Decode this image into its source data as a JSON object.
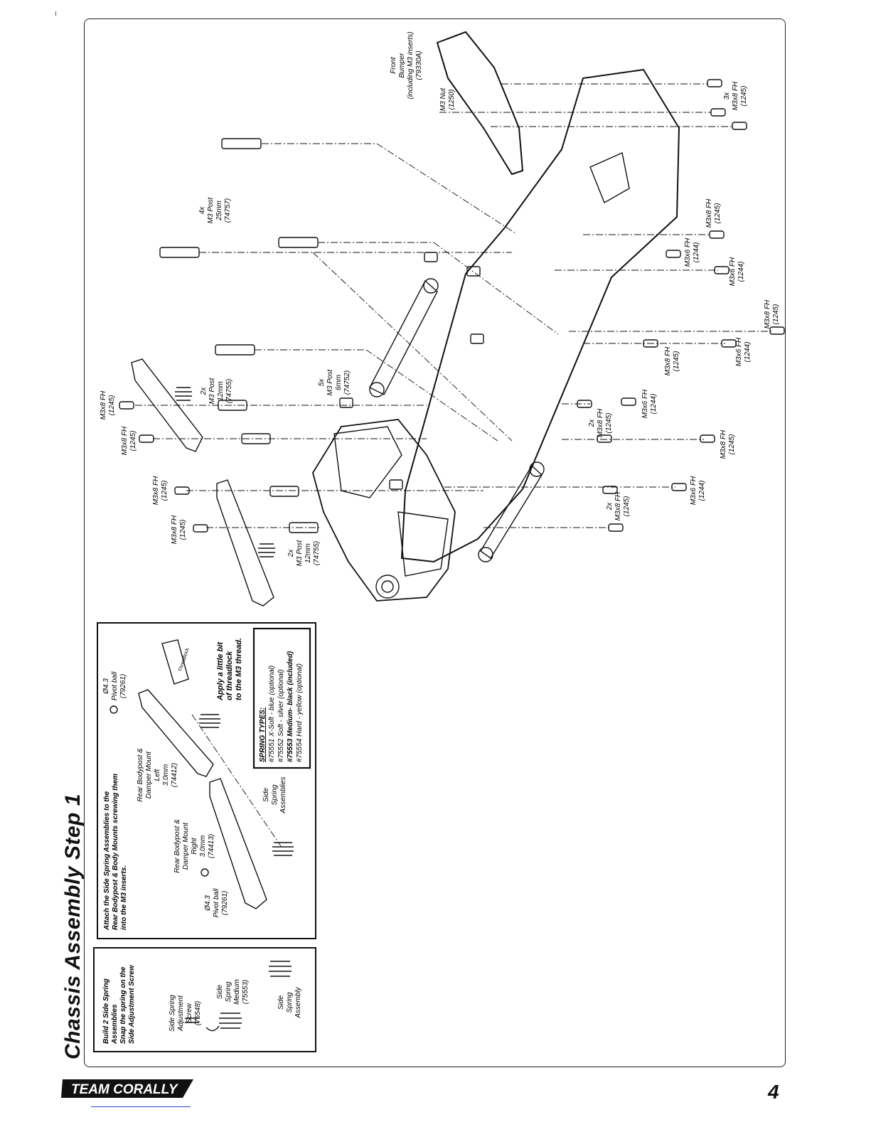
{
  "page": {
    "title": "Chassis Assembly Step 1",
    "page_number": "4",
    "brand": "TEAM CORALLY"
  },
  "box_build_springs": {
    "instruction": [
      "Build 2 Side Spring",
      "Assemblies",
      "Snap the spring on the",
      "Side Adjustment Screw"
    ],
    "label_screw": [
      "Side Spring",
      "Adjustment",
      "Screw",
      "(75548)"
    ],
    "label_spring": [
      "Side",
      "Spring",
      "Medium",
      "(75553)"
    ],
    "label_assembly": [
      "Side",
      "Spring",
      "Assembly"
    ]
  },
  "box_attach": {
    "instruction": [
      "Attach the Side Spring Assemblies to the",
      "Rear Bodypost & Body Mounts screwing them",
      "into the M3 inserts."
    ],
    "pivot_left": [
      "Ø4.3",
      "Pivot ball",
      "(79261)"
    ],
    "mount_left": [
      "Rear Bodypost &",
      "Damper Mount",
      "Left",
      "3.0mm",
      "(74412)"
    ],
    "mount_right": [
      "Rear Bodypost &",
      "Damper Mount",
      "Right",
      "3.0mm",
      "(74413)"
    ],
    "pivot_right": [
      "Ø4.3",
      "Pivot ball",
      "(79261)"
    ],
    "side_spring": [
      "Side",
      "Spring",
      "Assemblies"
    ],
    "threadlock_bottle": "Threadlock",
    "threadlock_note": [
      "Apply a little bit",
      "of threadlock",
      "to the M3 thread."
    ],
    "spring_types_title": "SPRING TYPES:",
    "spring_types": [
      {
        "code": "#75551",
        "text": "X-Soft - blue (optional)"
      },
      {
        "code": "#75552",
        "text": "Soft - silver (optional)"
      },
      {
        "code": "#75553",
        "text": "Medium- black (included)"
      },
      {
        "code": "#75554",
        "text": "Hard - yellow (optional)"
      }
    ]
  },
  "diagram_labels": {
    "front_bumper": [
      "Front",
      "Bumper",
      "(including M3 inserts)",
      "(79330A)"
    ],
    "m3_nut": [
      "M3 Nut",
      "(1250)"
    ],
    "fh_3x": [
      "3x",
      "M3x8 FH",
      "(1245)"
    ],
    "post_25": [
      "4x",
      "M3 Post",
      "25mm",
      "(74757)"
    ],
    "fh_r1": [
      "M3x8 FH",
      "(1245)"
    ],
    "fh_r2": [
      "M3x6 FH",
      "(1244)"
    ],
    "fh_r3": [
      "M3x6 FH",
      "(1244)"
    ],
    "fh_r4": [
      "M3x8 FH",
      "(1245)"
    ],
    "fh_r5": [
      "M3x8 FH",
      "(1245)"
    ],
    "fh_r6": [
      "M3x6 FH",
      "(1244)"
    ],
    "fh_r7": [
      "M3x6 FH",
      "(1244)"
    ],
    "fh_r8": [
      "2x",
      "M3x8 FH",
      "(1245)"
    ],
    "fh_r9": [
      "M3x8 FH",
      "(1245)"
    ],
    "fh_r10": [
      "M3x6 FH",
      "(1244)"
    ],
    "fh_r11": [
      "2x",
      "M3x8 FH",
      "(1245)"
    ],
    "post_12a": [
      "2x",
      "M3 Post",
      "12mm",
      "(74755)"
    ],
    "post_6": [
      "5x",
      "M3 Post",
      "6mm",
      "(74752)"
    ],
    "fh_l1": [
      "M3x8 FH",
      "(1245)"
    ],
    "fh_l2": [
      "M3x8 FH",
      "(1245)"
    ],
    "fh_l3": [
      "M3x8 FH",
      "(1245)"
    ],
    "fh_l4": [
      "M3x8 FH",
      "(1245)"
    ],
    "post_12b": [
      "2x",
      "M3 Post",
      "12mm",
      "(74755)"
    ]
  }
}
